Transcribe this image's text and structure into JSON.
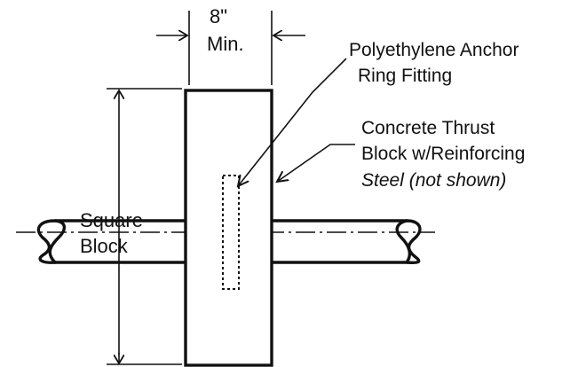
{
  "dimension": {
    "value": "8\"",
    "qualifier": "Min."
  },
  "callouts": {
    "anchor_line1": "Polyethylene Anchor",
    "anchor_line2": "Ring Fitting",
    "thrust_line1": "Concrete Thrust",
    "thrust_line2": "Block w/Reinforcing",
    "thrust_line3": "Steel (not shown)"
  },
  "pipe_label": {
    "line1": "Square",
    "line2": "Block"
  },
  "colors": {
    "ink": "#111111",
    "background": "#ffffff"
  }
}
